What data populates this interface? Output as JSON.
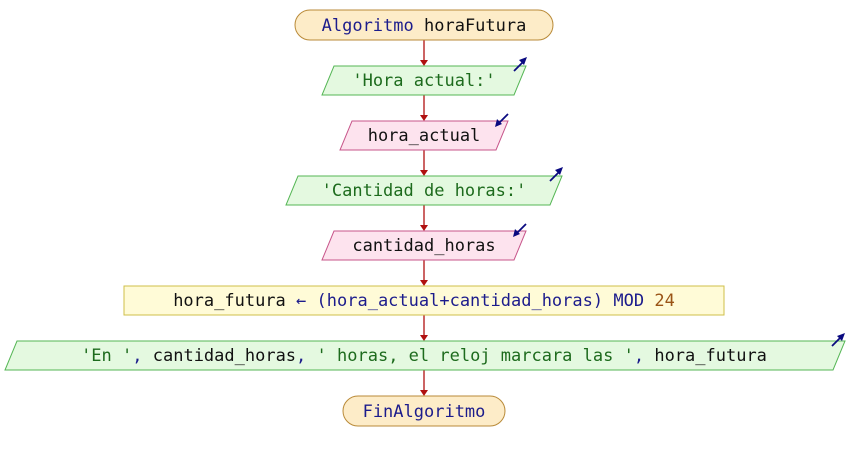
{
  "flowchart": {
    "start": {
      "keyword": "Algoritmo",
      "name": "horaFutura"
    },
    "output_1": {
      "text": "'Hora actual:'"
    },
    "input_1": {
      "text": "hora_actual"
    },
    "output_2": {
      "text": "'Cantidad de horas:'"
    },
    "input_2": {
      "text": "cantidad_horas"
    },
    "assignment": {
      "target": "hora_futura",
      "arrow": "←",
      "expression": "(hora_actual+cantidad_horas)",
      "operator": "MOD",
      "operand": "24"
    },
    "output_3": {
      "str1": "'En '",
      "sep1": ",",
      "var1": "cantidad_horas",
      "sep2": ",",
      "str2": "' horas, el reloj marcara las '",
      "sep3": ",",
      "var2": "hora_futura"
    },
    "end": {
      "keyword": "FinAlgoritmo"
    }
  },
  "colors": {
    "terminal_fill": "#fdecc8",
    "terminal_stroke": "#b98a38",
    "output_fill": "#e4f9e0",
    "output_stroke": "#55b655",
    "input_fill": "#fde3ee",
    "input_stroke": "#c7558a",
    "process_fill": "#fffbd7",
    "process_stroke": "#cfbf4a",
    "connector": "#b01010",
    "keyword": "#1c1c8c",
    "string": "#1d6b1d",
    "number": "#9a5416"
  }
}
